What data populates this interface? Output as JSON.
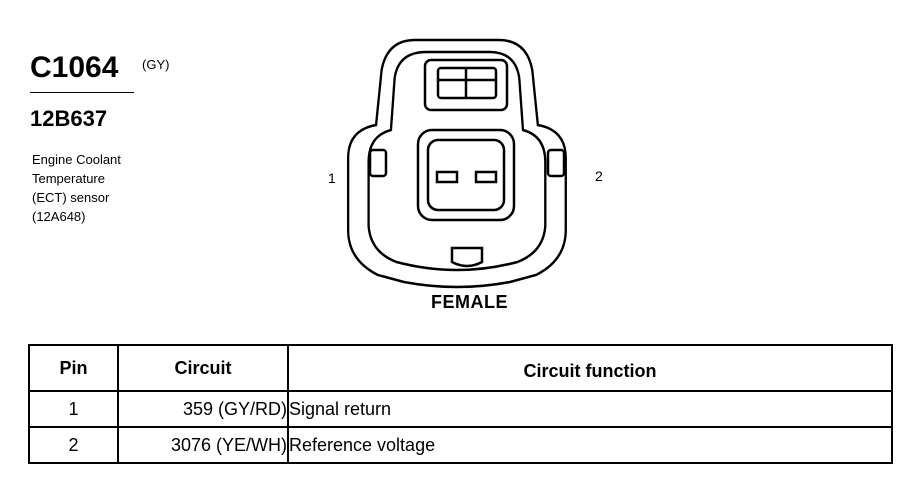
{
  "header": {
    "connector_id": "C1064",
    "color_code": "(GY)",
    "part_number": "12B637",
    "description_lines": [
      "Engine Coolant",
      "Temperature",
      "(ECT) sensor",
      "(12A648)"
    ]
  },
  "diagram": {
    "pin_left_label": "1",
    "pin_right_label": "2",
    "gender": "FEMALE"
  },
  "table": {
    "headers": [
      "Pin",
      "Circuit",
      "Circuit function"
    ],
    "rows": [
      {
        "pin": "1",
        "circuit": "359 (GY/RD)",
        "function": "Signal return"
      },
      {
        "pin": "2",
        "circuit": "3076 (YE/WH)",
        "function": "Reference voltage"
      }
    ]
  }
}
